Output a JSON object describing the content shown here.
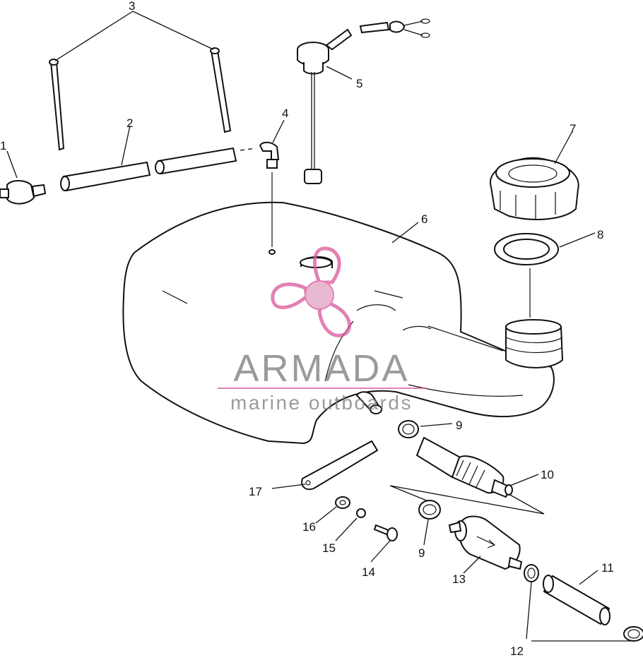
{
  "diagram": {
    "callouts": [
      "1",
      "2",
      "3",
      "4",
      "5",
      "6",
      "7",
      "8",
      "9",
      "9",
      "10",
      "11",
      "12",
      "13",
      "14",
      "15",
      "16",
      "17"
    ]
  },
  "watermark": {
    "brand": "ARMADA",
    "tagline": "marine outboards",
    "color": "#d9579a"
  }
}
